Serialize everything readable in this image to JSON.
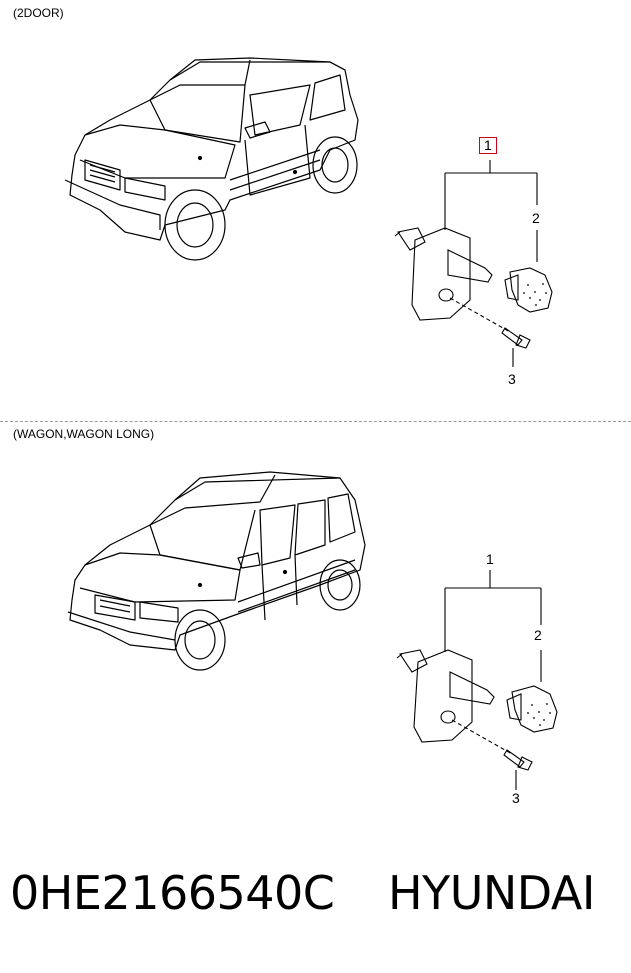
{
  "sections": [
    {
      "label": "(2DOOR)",
      "callouts": {
        "assembly": "1",
        "cap": "2",
        "screw": "3"
      }
    },
    {
      "label": "(WAGON,WAGON LONG)",
      "callouts": {
        "assembly": "1",
        "cap": "2",
        "screw": "3"
      }
    }
  ],
  "footer": {
    "part_number": "0HE2166540C",
    "brand": "HYUNDAI"
  },
  "colors": {
    "highlight_box": "#d0021b",
    "line": "#000000",
    "divider": "#9a9a9a"
  }
}
